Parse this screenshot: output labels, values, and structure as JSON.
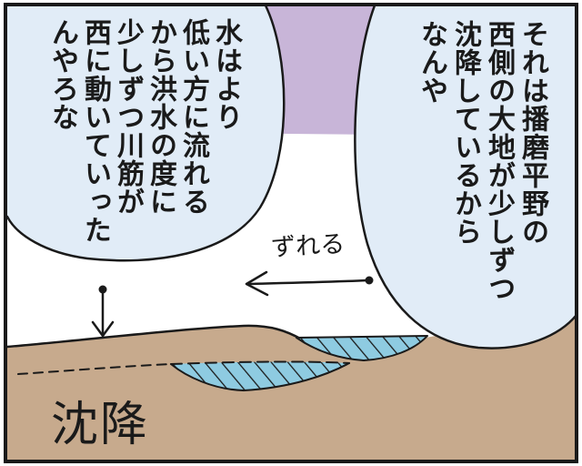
{
  "bubbles": {
    "right": {
      "lines": [
        "それは播磨平野の",
        "西側の大地が少しずつ",
        "沈降しているから",
        "なんや"
      ]
    },
    "left": {
      "lines": [
        "水はより",
        "低い方に流れる",
        "から洪水の度に",
        "少しずつ川筋が",
        "西に動いていった",
        "んやろな"
      ]
    }
  },
  "annotations": {
    "shift_label": "ずれる",
    "subsidence_label": "沈降"
  },
  "colors": {
    "sky": "#c8b5d8",
    "bubble": "#e1ecf7",
    "ground": "#c7aa8d",
    "water": "#8ecbe1",
    "ink": "#1a1a1a",
    "paper": "#ffffff"
  }
}
